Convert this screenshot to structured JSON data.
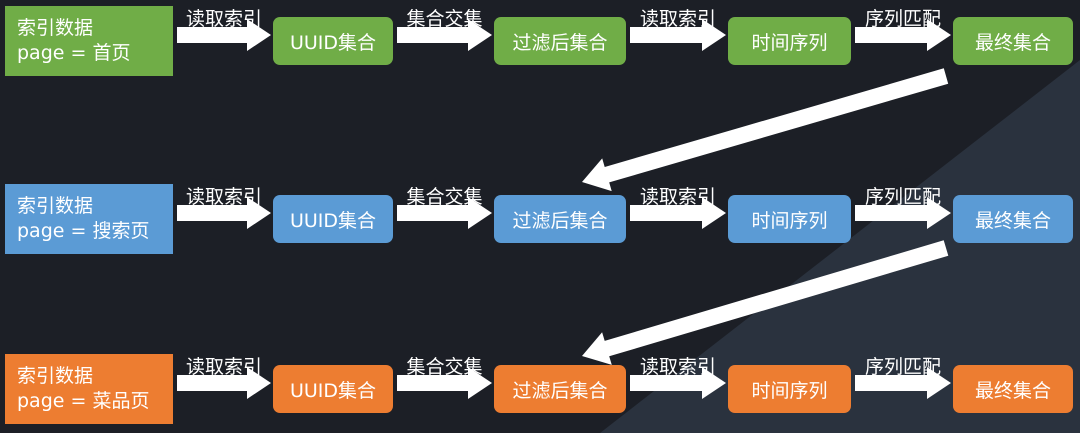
{
  "colors": {
    "green": "#70ad47",
    "blue": "#5b9bd5",
    "orange": "#ed7d31",
    "background": "#1c1f26",
    "arrow": "#ffffff"
  },
  "rows": [
    {
      "source": {
        "line1": "索引数据",
        "line2": "page = 首页"
      },
      "nodes": [
        "UUID集合",
        "过滤后集合",
        "时间序列",
        "最终集合"
      ],
      "edges": [
        "读取索引",
        "集合交集",
        "读取索引",
        "序列匹配"
      ],
      "color": "green"
    },
    {
      "source": {
        "line1": "索引数据",
        "line2": "page = 搜索页"
      },
      "nodes": [
        "UUID集合",
        "过滤后集合",
        "时间序列",
        "最终集合"
      ],
      "edges": [
        "读取索引",
        "集合交集",
        "读取索引",
        "序列匹配"
      ],
      "color": "blue"
    },
    {
      "source": {
        "line1": "索引数据",
        "line2": "page = 菜品页"
      },
      "nodes": [
        "UUID集合",
        "过滤后集合",
        "时间序列",
        "最终集合"
      ],
      "edges": [
        "读取索引",
        "集合交集",
        "读取索引",
        "序列匹配"
      ],
      "color": "orange"
    }
  ]
}
